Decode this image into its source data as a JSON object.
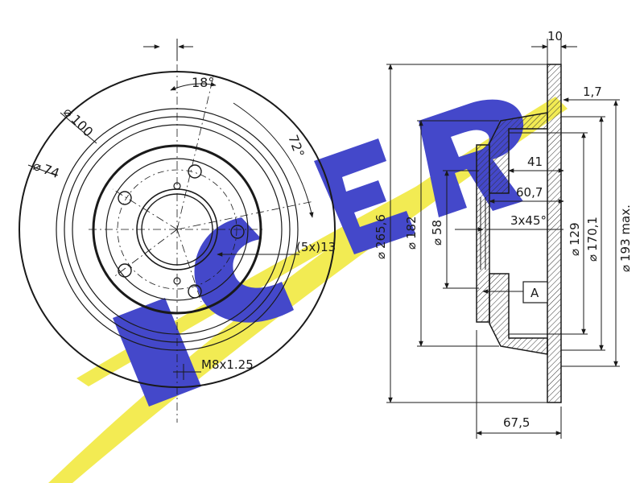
{
  "watermark": {
    "text": "ICER",
    "colors": {
      "letters": "#3a3fc8",
      "swoosh": "#f2ea4a"
    }
  },
  "front_view": {
    "angle_top": "18°",
    "angle_right": "72°",
    "dia_100": "100",
    "dia_74": "74",
    "holes": "(5x)13",
    "thread": "M8x1.25"
  },
  "side_view": {
    "thickness": "10",
    "min_thickness": "1,7",
    "depth_41": "41",
    "depth_60": "60,7",
    "chamfer": "3x45°",
    "datum": "A",
    "dia_265": "265,6",
    "dia_182": "182",
    "dia_58": "58",
    "dia_129": "129",
    "dia_170": "170,1",
    "dia_193": "193 max.",
    "height_67": "67,5"
  },
  "colors": {
    "line": "#1a1a1a",
    "hatch": "#333333",
    "paper": "#ffffff"
  }
}
